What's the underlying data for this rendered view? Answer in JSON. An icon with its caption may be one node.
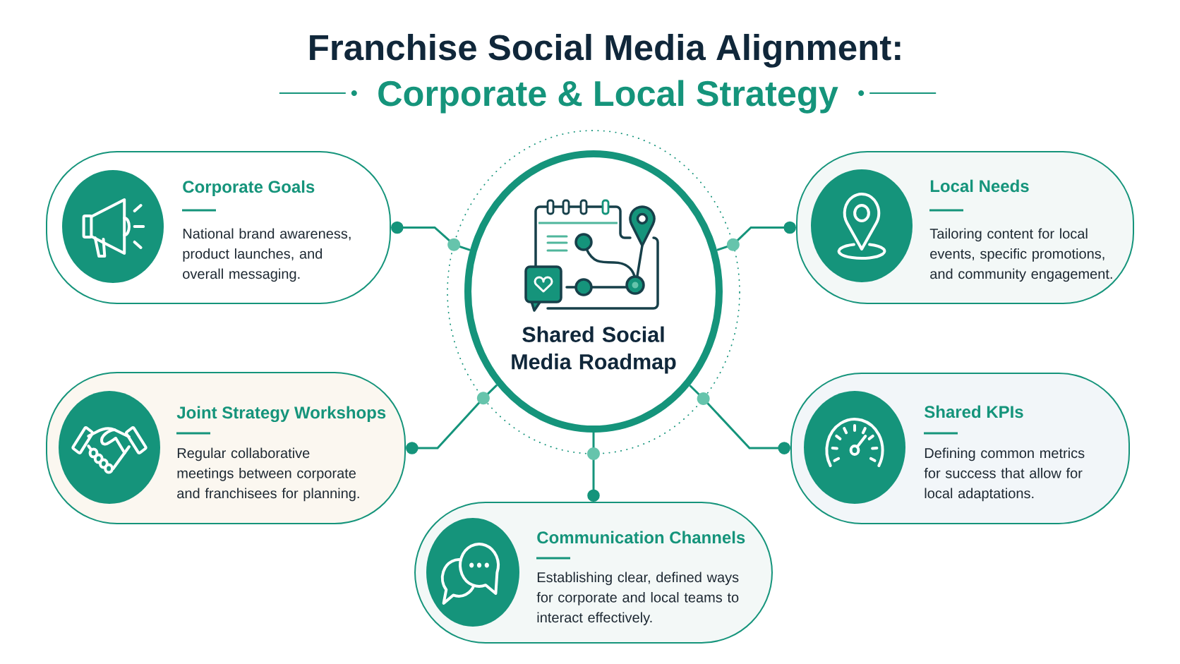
{
  "diagram": {
    "title": "Franchise Social Media Alignment:",
    "nodes": [
      {
        "text": [
          "Corporate Goals",
          "National brand awareness, product launches, and overall messaging."
        ]
      },
      {
        "text": [
          "Shared Social Media Roadmap"
        ]
      },
      {
        "text": [
          "Local Needs",
          "Tailoring content for local events, specific promotions, and community engagement."
        ]
      },
      {
        "text": [
          "Joint Strategy Workshops",
          "Regular collaborative meetings between corporate and franchisees for planning."
        ]
      },
      {
        "text": [
          "Shared KPIs",
          "Defining common metrics for success that allow for local adaptations."
        ]
      },
      {
        "text": [
          "Communication Channels",
          "Establishing clear, defined ways for corporate and local teams to interact effectively."
        ]
      }
    ],
    "edges": [
      {
        "from": 1,
        "to": 0,
        "arrow": "other"
      },
      {
        "from": 1,
        "to": 2,
        "arrow": "other"
      },
      {
        "from": 1,
        "to": 3,
        "arrow": "other"
      },
      {
        "from": 1,
        "to": 4,
        "arrow": "other"
      },
      {
        "from": 1,
        "to": 5,
        "arrow": "other"
      }
    ],
    "labels": [
      "Corporate & Local Strategy"
    ]
  }
}
